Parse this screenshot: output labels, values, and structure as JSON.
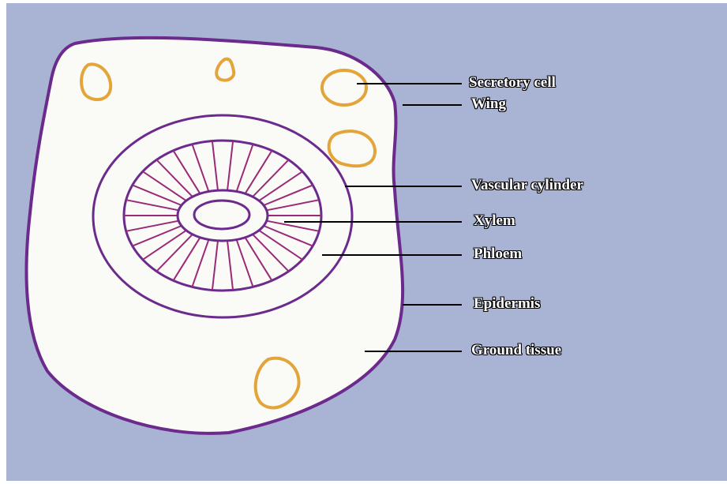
{
  "diagram": {
    "labels": {
      "secretory_cell": "Secretory cell",
      "wing": "Wing",
      "vascular_cylinder": "Vascular cylinder",
      "xylem": "Xylem",
      "phloem": "Phloem",
      "epidermis": "Epidermis",
      "ground_tissue": "Ground tissue"
    },
    "colors": {
      "background": "#a9b3d3",
      "tissue_fill": "#fafaf7",
      "epidermis_outline": "#6b2a8c",
      "xylem_rays": "#9a2a78",
      "secretory_cell": "#e3a43a",
      "leader_line": "#000000"
    }
  }
}
